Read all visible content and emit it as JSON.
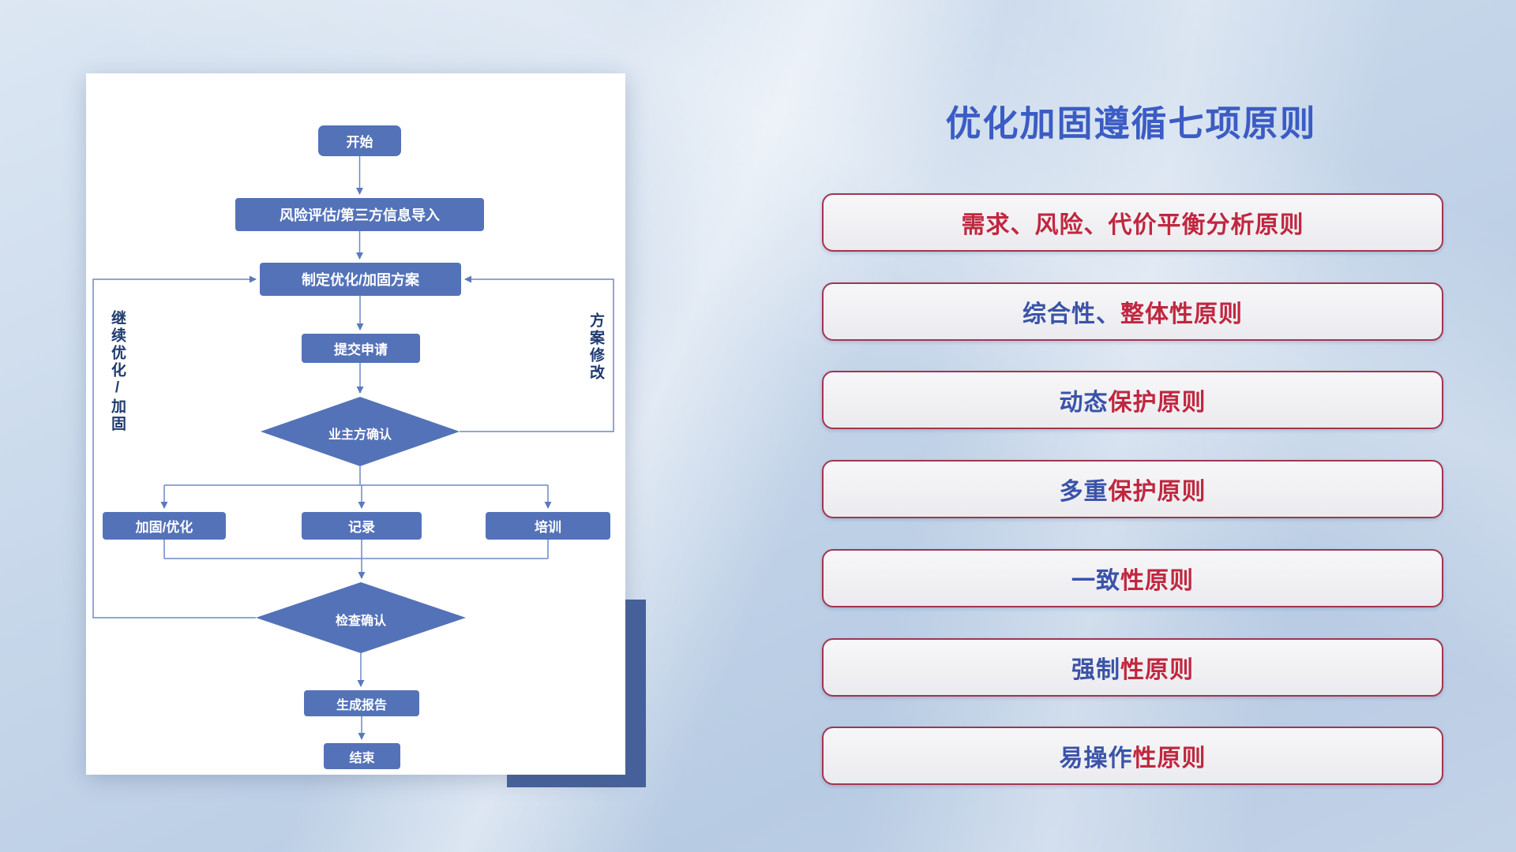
{
  "panel": {
    "title": "优化加固遵循七项原则",
    "principles": [
      {
        "segments": [
          {
            "text": "需求、风险、代价平衡分析原则",
            "color": "#c0273f"
          }
        ]
      },
      {
        "segments": [
          {
            "text": "综合性、",
            "color": "#3a53a8"
          },
          {
            "text": "整体性原则",
            "color": "#c0273f"
          }
        ]
      },
      {
        "segments": [
          {
            "text": "动态",
            "color": "#3a53a8"
          },
          {
            "text": "保护原则",
            "color": "#c0273f"
          }
        ]
      },
      {
        "segments": [
          {
            "text": "多重",
            "color": "#3a53a8"
          },
          {
            "text": "保护原则",
            "color": "#c0273f"
          }
        ]
      },
      {
        "segments": [
          {
            "text": "一致",
            "color": "#3a53a8"
          },
          {
            "text": "性原则",
            "color": "#c0273f"
          }
        ]
      },
      {
        "segments": [
          {
            "text": "强制",
            "color": "#3a53a8"
          },
          {
            "text": "性原则",
            "color": "#c0273f"
          }
        ]
      },
      {
        "segments": [
          {
            "text": "易操作",
            "color": "#3a53a8"
          },
          {
            "text": "性原则",
            "color": "#c0273f"
          }
        ]
      }
    ]
  },
  "flowchart": {
    "nodes": {
      "start": "开始",
      "risk_import": "风险评估/第三方信息导入",
      "plan": "制定优化/加固方案",
      "submit": "提交申请",
      "owner_confirm": "业主方确认",
      "reinforce": "加固/优化",
      "record": "记录",
      "training": "培训",
      "check_confirm": "检查确认",
      "report": "生成报告",
      "end": "结束"
    },
    "labels": {
      "left_loop": "继续优化/加固",
      "right_loop": "方案修改"
    }
  },
  "colors": {
    "node_fill": "#5472b8",
    "connector_line": "#6d89c6",
    "title_blue": "#3b5cc4",
    "pill_border": "#a23550",
    "principle_red": "#c0273f",
    "principle_blue": "#3a53a8",
    "card_shadow_rect": "#47619c"
  }
}
